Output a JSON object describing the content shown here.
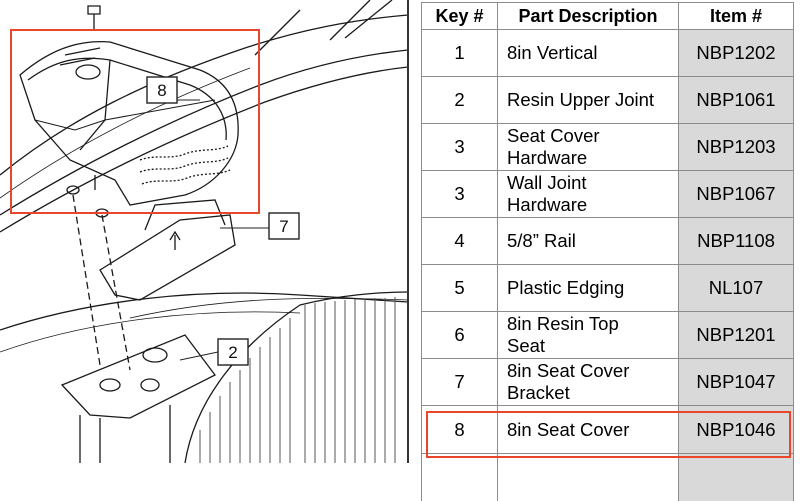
{
  "diagram": {
    "callouts": [
      {
        "id": "callout-8",
        "label": "8"
      },
      {
        "id": "callout-7",
        "label": "7"
      },
      {
        "id": "callout-2",
        "label": "2"
      }
    ]
  },
  "table": {
    "headers": {
      "key": "Key #",
      "description": "Part Description",
      "item": "Item #"
    },
    "rows": [
      {
        "key": "1",
        "description": [
          "8in Vertical"
        ],
        "item": "NBP1202"
      },
      {
        "key": "2",
        "description": [
          "Resin Upper Joint"
        ],
        "item": "NBP1061"
      },
      {
        "key": "3",
        "description": [
          "Seat Cover",
          "Hardware"
        ],
        "item": "NBP1203"
      },
      {
        "key": "3",
        "description": [
          "Wall Joint",
          "Hardware"
        ],
        "item": "NBP1067"
      },
      {
        "key": "4",
        "description": [
          "5/8” Rail"
        ],
        "item": "NBP1108"
      },
      {
        "key": "5",
        "description": [
          "Plastic Edging"
        ],
        "item": "NL107"
      },
      {
        "key": "6",
        "description": [
          "8in Resin Top",
          "Seat"
        ],
        "item": "NBP1201"
      },
      {
        "key": "7",
        "description": [
          "8in Seat Cover",
          "Bracket"
        ],
        "item": "NBP1047"
      },
      {
        "key": "8",
        "description": [
          "8in Seat Cover"
        ],
        "item": "NBP1046"
      }
    ]
  },
  "colors": {
    "highlight": "#e8472b",
    "item_cell": "#d9d9d9"
  }
}
